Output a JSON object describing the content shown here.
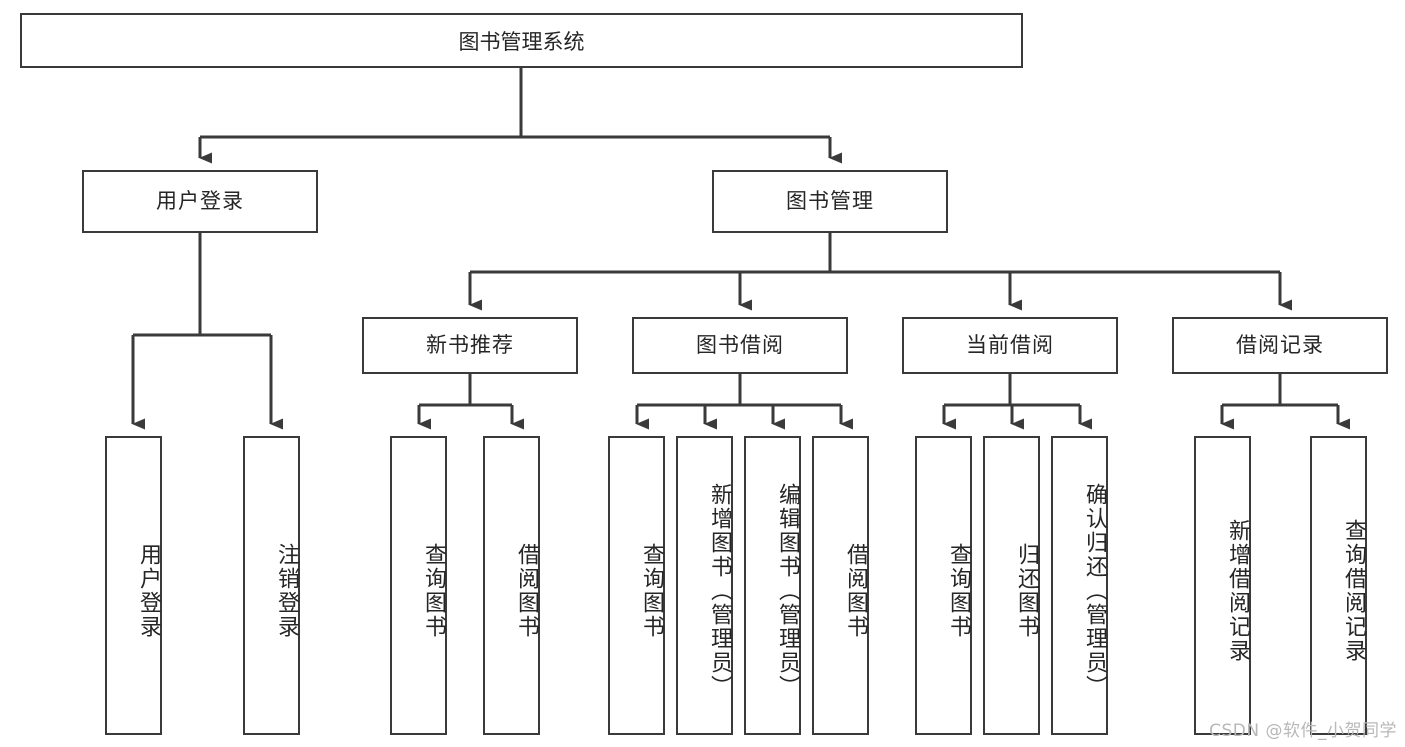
{
  "diagram": {
    "title": "图书管理系统",
    "type": "hierarchy-tree",
    "watermark": "CSDN @软件_小贺同学",
    "colors": {
      "box_border": "#3a3a3a",
      "box_fill": "#ffffff",
      "connector": "#3a3a3a",
      "text": "#262626",
      "watermark": "#b8b8b8",
      "background": "#ffffff"
    },
    "nodes": {
      "root": {
        "label": "图书管理系统"
      },
      "level2": [
        {
          "label": "用户登录"
        },
        {
          "label": "图书管理"
        }
      ],
      "level3": [
        {
          "label": "新书推荐"
        },
        {
          "label": "图书借阅"
        },
        {
          "label": "当前借阅"
        },
        {
          "label": "借阅记录"
        }
      ],
      "leaves": {
        "user_login": [
          {
            "label": "用户登录"
          },
          {
            "label": "注销登录"
          }
        ],
        "new_book_recommend": [
          {
            "label": "查询图书"
          },
          {
            "label": "借阅图书"
          }
        ],
        "book_borrow": [
          {
            "label": "查询图书"
          },
          {
            "label": "新增图书（管理员）"
          },
          {
            "label": "编辑图书（管理员）"
          },
          {
            "label": "借阅图书"
          }
        ],
        "current_borrow": [
          {
            "label": "查询图书"
          },
          {
            "label": "归还图书"
          },
          {
            "label": "确认归还（管理员）"
          }
        ],
        "borrow_record": [
          {
            "label": "新增借阅记录"
          },
          {
            "label": "查询借阅记录"
          }
        ]
      }
    }
  }
}
